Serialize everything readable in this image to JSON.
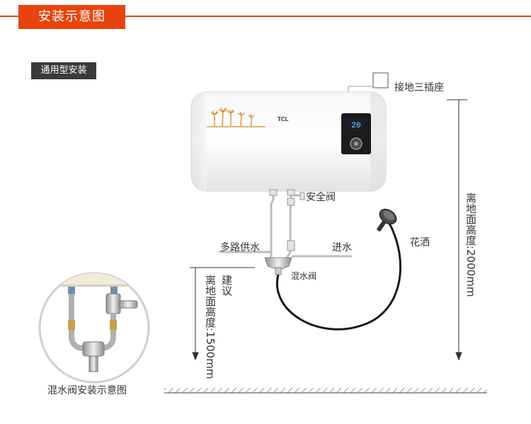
{
  "header": {
    "title": "安装示意图",
    "accent": "#e8430c"
  },
  "tag": {
    "label": "通用型安装"
  },
  "heater": {
    "brand": "TCL",
    "display_value": "20"
  },
  "labels": {
    "socket": "接地三插座",
    "safety_valve": "安全阀",
    "multi_supply": "多路供水",
    "water_in": "进水",
    "shower": "花洒",
    "mixing_valve": "混水阀",
    "height_right": "离地面高度:2000mm",
    "suggest": "建议",
    "height_left": "离地面高度:1500mm",
    "inset_caption": "混水阀安装示意图"
  }
}
